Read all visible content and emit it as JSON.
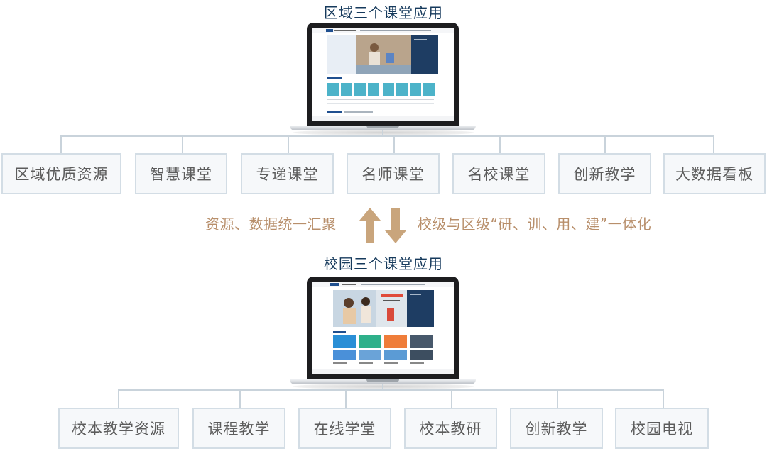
{
  "top_title": "区域三个课堂应用",
  "bottom_title": "校园三个课堂应用",
  "region_items": [
    "区域优质资源",
    "智慧课堂",
    "专递课堂",
    "名师课堂",
    "名校课堂",
    "创新教学",
    "大数据看板"
  ],
  "middle": {
    "left_text": "资源、数据统一汇聚",
    "right_text": "校级与区级“研、训、用、建”一体化"
  },
  "school_items": [
    "校本教学资源",
    "课程教学",
    "在线学堂",
    "校本教研",
    "创新教学",
    "校园电视"
  ],
  "colors": {
    "title": "#163a5c",
    "box_border": "#d3dde5",
    "box_bg": "#f6f8fa",
    "connector": "#c9d3db",
    "arrow": "#c9a57c",
    "middle_text": "#b88f6b"
  }
}
